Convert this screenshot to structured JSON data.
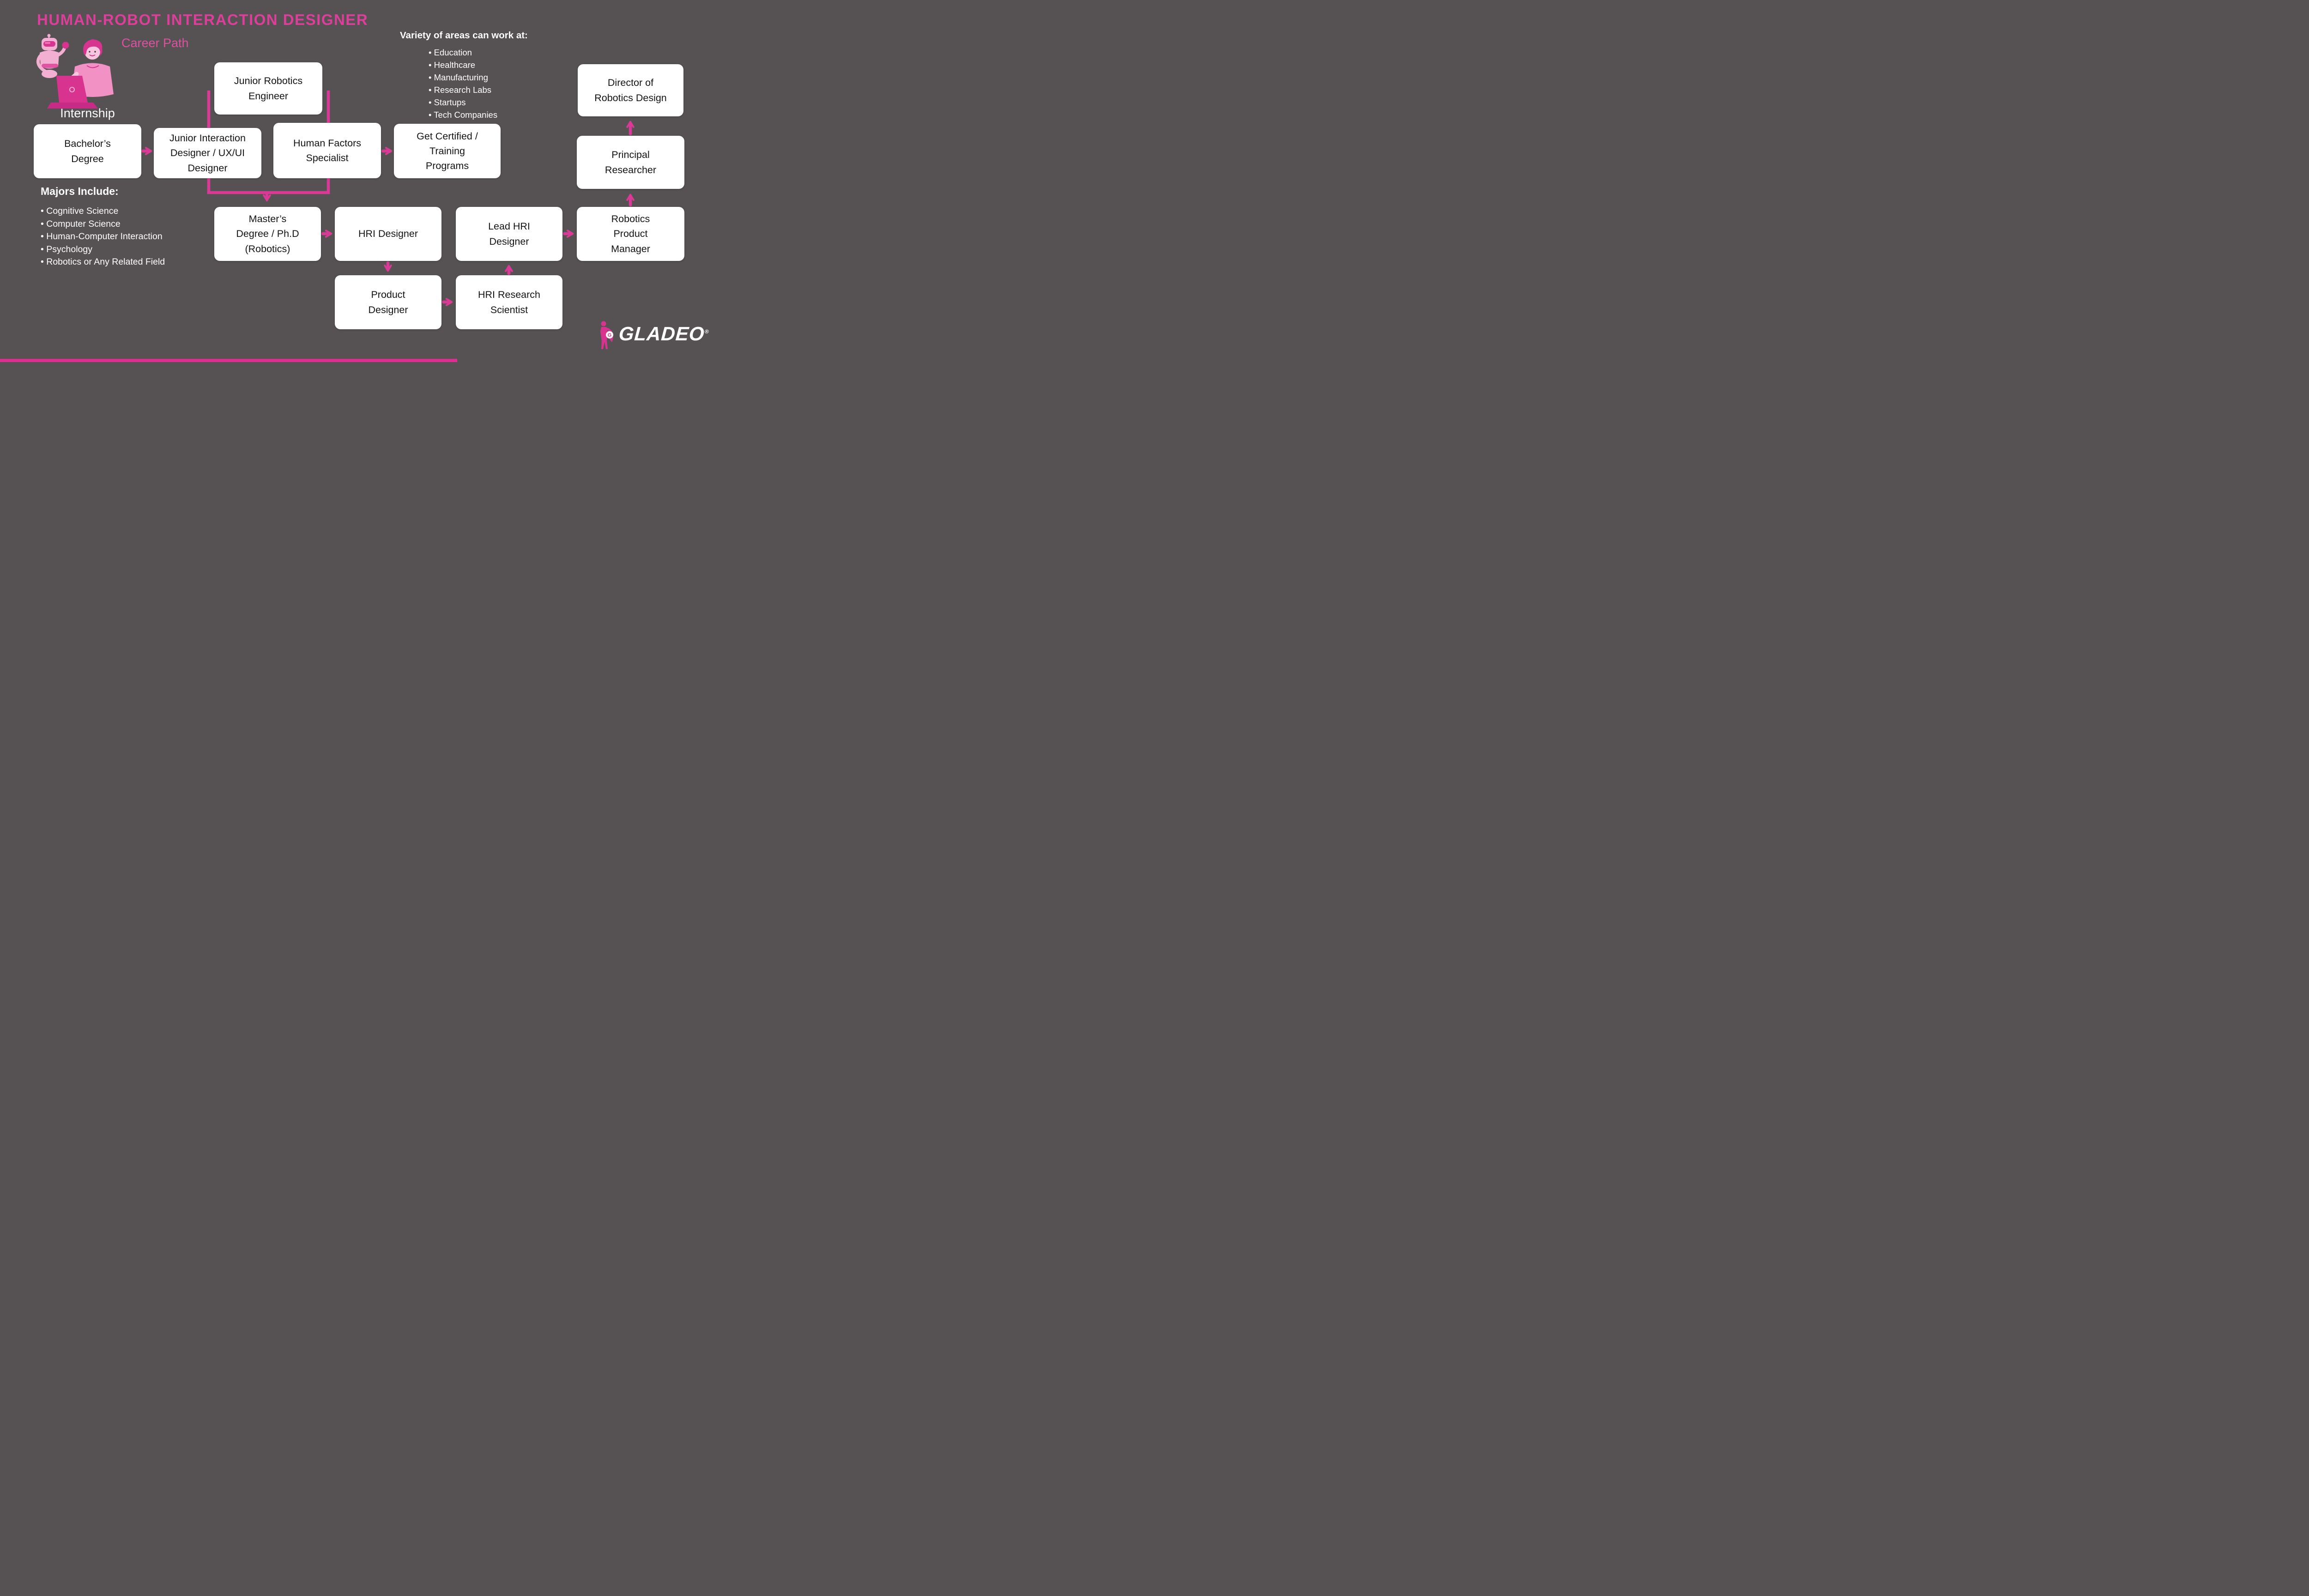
{
  "header": {
    "title": "HUMAN-ROBOT INTERACTION DESIGNER",
    "subtitle": "Career Path"
  },
  "labels": {
    "internship": "Internship"
  },
  "majors": {
    "heading": "Majors Include:",
    "items": [
      "Cognitive Science",
      "Computer Science",
      "Human-Computer Interaction",
      "Psychology",
      "Robotics or Any Related Field"
    ]
  },
  "areas": {
    "heading": "Variety of areas can work at:",
    "items": [
      "Education",
      "Healthcare",
      "Manufacturing",
      "Research Labs",
      "Startups",
      "Tech Companies"
    ]
  },
  "boxes": {
    "bachelors": [
      "Bachelor’s",
      "Degree"
    ],
    "junior_interaction": [
      "Junior Interaction",
      "Designer / UX/UI",
      "Designer"
    ],
    "junior_robotics": [
      "Junior Robotics",
      "Engineer"
    ],
    "human_factors": [
      "Human Factors",
      "Specialist"
    ],
    "get_certified": [
      "Get Certified /",
      "Training",
      "Programs"
    ],
    "masters": [
      "Master’s",
      "Degree / Ph.D",
      "(Robotics)"
    ],
    "hri_designer": "HRI Designer",
    "lead_hri": [
      "Lead HRI",
      "Designer"
    ],
    "robotics_pm": [
      "Robotics",
      "Product",
      "Manager"
    ],
    "product_designer": [
      "Product",
      "Designer"
    ],
    "hri_research": [
      "HRI Research",
      "Scientist"
    ],
    "principal": [
      "Principal",
      "Researcher"
    ],
    "director": [
      "Director of",
      "Robotics Design"
    ]
  },
  "brand": {
    "name": "GLADEO",
    "registered": "®",
    "mascot_icon": "gladeo-superhero-mascot",
    "mascot_letter": "G"
  },
  "icons": {
    "illustration": "robot-and-person-illustration"
  },
  "colors": {
    "background": "#565253",
    "accent_pink": "#D93A96",
    "title_pink": "#DB3F9A",
    "box_background": "#FFFFFF",
    "box_text": "#141414",
    "text_white": "#FFFFFF",
    "footer_pink": "#E02D92"
  }
}
